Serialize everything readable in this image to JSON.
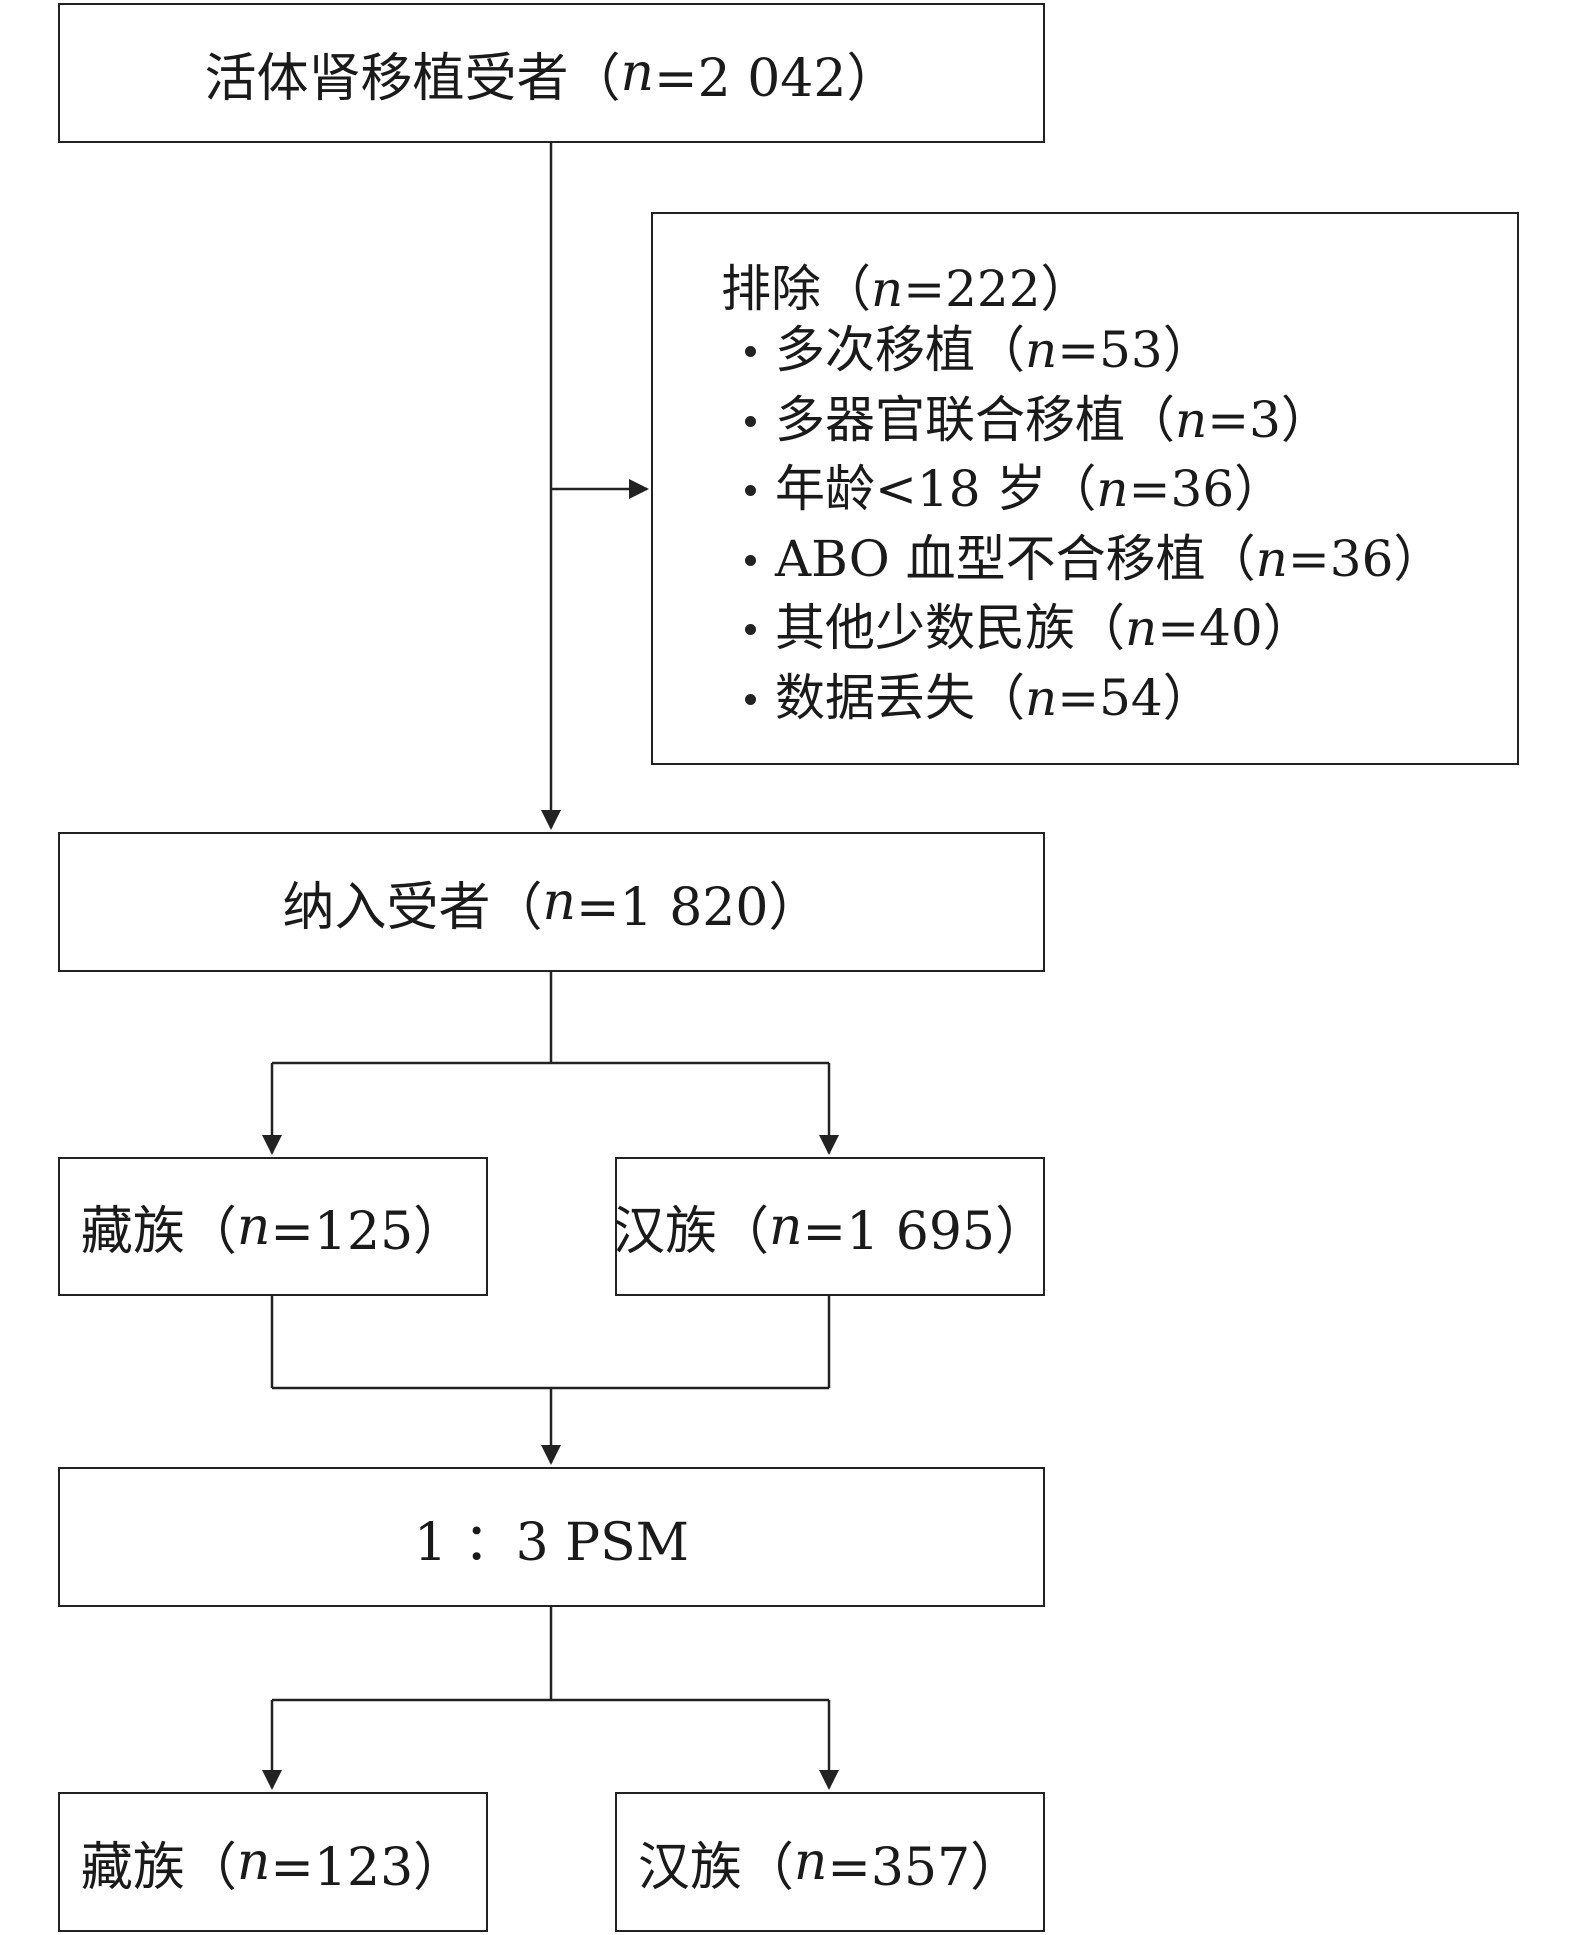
{
  "top": {
    "label": "活体肾移植受者（",
    "n": "n",
    "value": "=2 042）"
  },
  "exclusion": {
    "title": {
      "label": "排除（",
      "n": "n",
      "value": "=222）"
    },
    "items": [
      {
        "label": "多次移植（",
        "n": "n",
        "value": "=53）"
      },
      {
        "label": "多器官联合移植（",
        "n": "n",
        "value": "=3）"
      },
      {
        "label": "年龄<18 岁（",
        "n": "n",
        "value": "=36）"
      },
      {
        "label": "ABO 血型不合移植（",
        "n": "n",
        "value": "=36）"
      },
      {
        "label": "其他少数民族（",
        "n": "n",
        "value": "=40）"
      },
      {
        "label": "数据丢失（",
        "n": "n",
        "value": "=54）"
      }
    ]
  },
  "included": {
    "label": "纳入受者（",
    "n": "n",
    "value": "=1 820）"
  },
  "tibetan_before": {
    "label": "藏族（",
    "n": "n",
    "value": "=125）"
  },
  "han_before": {
    "label": "汉族（",
    "n": "n",
    "value": "=1 695）"
  },
  "psm": {
    "label": "1 ：3 PSM"
  },
  "tibetan_after": {
    "label": "藏族（",
    "n": "n",
    "value": "=123）"
  },
  "han_after": {
    "label": "汉族（",
    "n": "n",
    "value": "=357）"
  }
}
